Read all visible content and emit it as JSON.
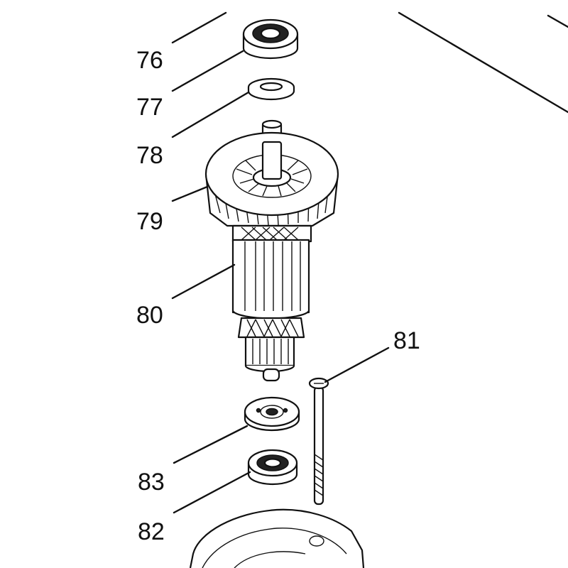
{
  "diagram": {
    "labels": {
      "p76": "76",
      "p77": "77",
      "p78": "78",
      "p79": "79",
      "p80": "80",
      "p81": "81",
      "p82": "82",
      "p83": "83"
    }
  }
}
